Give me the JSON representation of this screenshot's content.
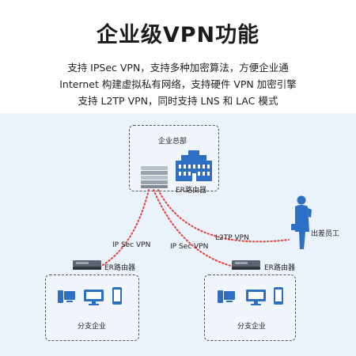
{
  "title": "企业级VPN功能",
  "description": [
    "支持 IPSec VPN，支持多种加密算法，方便企业通",
    "Internet 构建虚拟私有网络，支持硬件 VPN 加密引擎",
    "支持 L2TP VPN，同时支持 LNS 和 LAC 模式"
  ],
  "diagram": {
    "headquarters": {
      "label": "企业总部",
      "router_label": "ER路由器"
    },
    "branch_left": {
      "label": "分支企业",
      "router_label": "ER路由器"
    },
    "branch_right": {
      "label": "分支企业",
      "router_label": "ER路由器"
    },
    "remote_staff": {
      "label": "出差员工"
    },
    "links": {
      "ipsec_left": "IP Sec VPN",
      "ipsec_right": "IP Sec VPN",
      "l2tp": "L2TP VPN"
    },
    "colors": {
      "background": "#eaf2fb",
      "link_red": "#e0443c",
      "device_blue": "#2c6fc4",
      "router_gray": "#9aa3ad"
    }
  }
}
